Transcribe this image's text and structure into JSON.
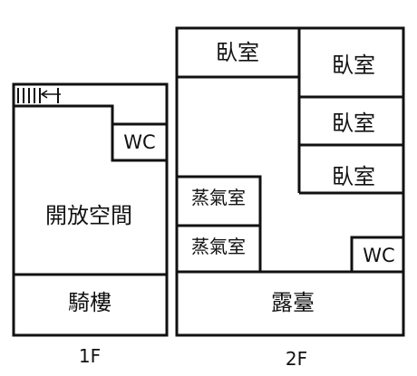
{
  "floor1": {
    "label": "1F",
    "rooms": {
      "wc": "WC",
      "open_space": "開放空間",
      "arcade": "騎樓"
    }
  },
  "floor2": {
    "label": "2F",
    "rooms": {
      "bedroom_1": "臥室",
      "bedroom_2": "臥室",
      "bedroom_3": "臥室",
      "bedroom_4": "臥室",
      "sauna_1": "蒸氣室",
      "sauna_2": "蒸氣室",
      "wc": "WC",
      "terrace": "露臺"
    }
  },
  "colors": {
    "wall": "#111111",
    "background": "#ffffff"
  },
  "icons": [
    "stair-arrow-icon"
  ]
}
